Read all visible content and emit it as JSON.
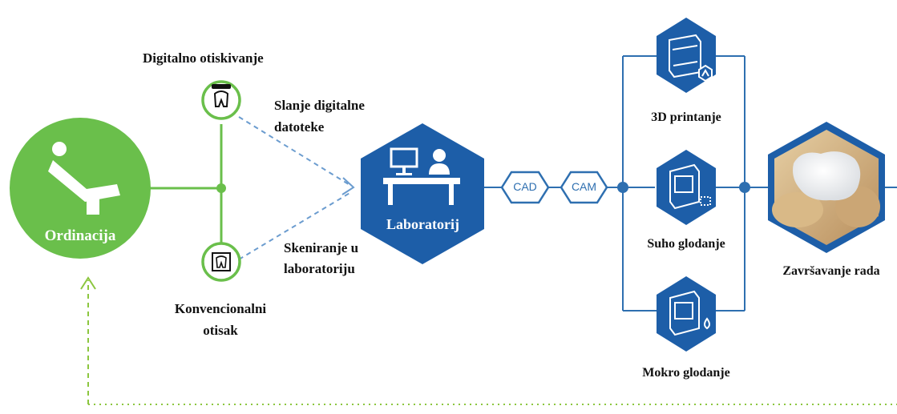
{
  "nodes": {
    "ordinacija": "Ordinacija",
    "digital_impression": "Digitalno otiskivanje",
    "conventional_impression": "Konvencionalni otisak",
    "laboratory": "Laboratorij",
    "cad": "CAD",
    "cam": "CAM",
    "printing": "3D printanje",
    "dry_milling": "Suho glodanje",
    "wet_milling": "Mokro glodanje",
    "finishing": "Završavanje rada"
  },
  "edges": {
    "send_files": "Slanje digitalne datoteke",
    "scan_in_lab": "Skeniranje u laboratoriju"
  },
  "colors": {
    "green": "#6abf4b",
    "blue": "#1d5ea8",
    "line_blue": "#2e6fb0",
    "dotted_green": "#8cc63f"
  },
  "icons": [
    "dental-chair-icon",
    "intraoral-scanner-icon",
    "impression-tray-icon",
    "lab-technician-desk-icon",
    "3d-printer-icon",
    "dry-milling-machine-icon",
    "wet-milling-machine-icon",
    "crown-photo-icon"
  ]
}
